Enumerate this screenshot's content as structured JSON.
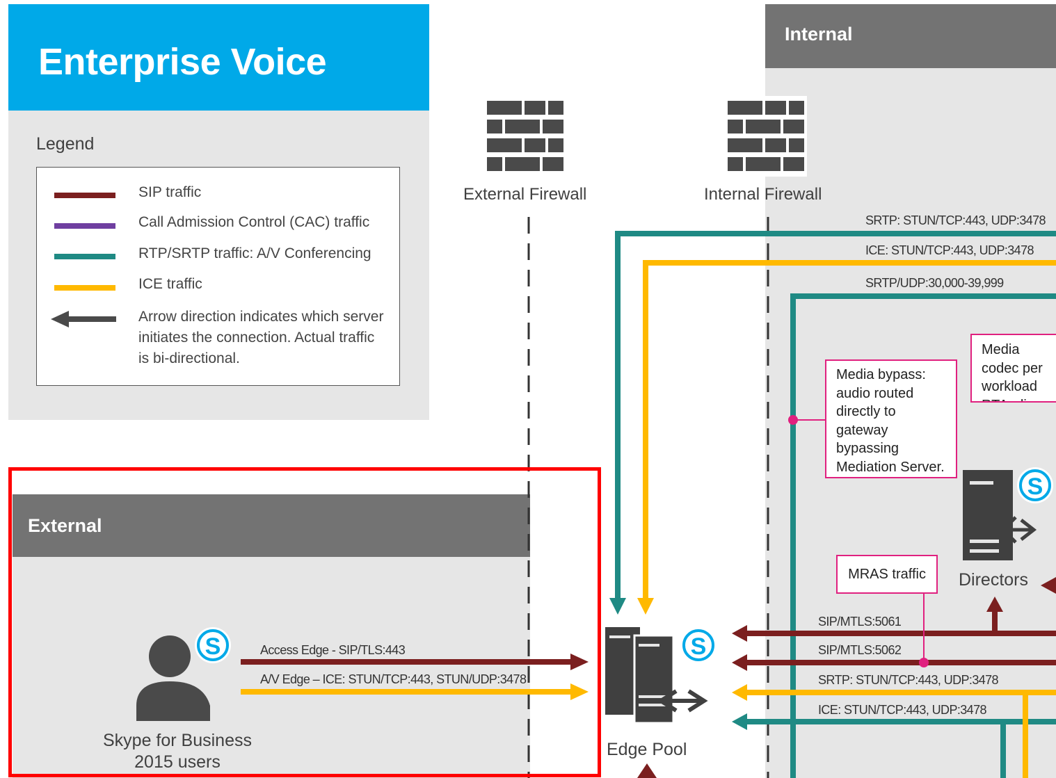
{
  "banner": {
    "title": "Enterprise Voice"
  },
  "legend": {
    "heading": "Legend",
    "items": [
      {
        "label": "SIP traffic",
        "color": "#7b1f1f"
      },
      {
        "label": "Call Admission Control (CAC) traffic",
        "color": "#6f3fa0"
      },
      {
        "label": "RTP/SRTP traffic: A/V Conferencing",
        "color": "#1f8a84"
      },
      {
        "label": "ICE traffic",
        "color": "#ffb900"
      }
    ],
    "arrow_note": "Arrow direction indicates which server initiates the connection. Actual traffic is bi-directional.",
    "arrow_color": "#4a4a4a"
  },
  "zones": {
    "internal": "Internal",
    "external": "External"
  },
  "firewalls": {
    "external": "External Firewall",
    "internal": "Internal Firewall"
  },
  "connections": {
    "srtp_stun_top": "SRTP: STUN/TCP:443, UDP:3478",
    "ice_stun_top": "ICE: STUN/TCP:443, UDP:3478",
    "srtp_udp": "SRTP/UDP:30,000-39,999",
    "access_edge": "Access Edge - SIP/TLS:443",
    "av_edge": "A/V Edge – ICE: STUN/TCP:443, STUN/UDP:3478",
    "sip_5061": "SIP/MTLS:5061",
    "sip_5062": "SIP/MTLS:5062",
    "srtp_stun_bottom": "SRTP: STUN/TCP:443, UDP:3478",
    "ice_stun_bottom": "ICE: STUN/TCP:443, UDP:3478"
  },
  "callouts": {
    "media_bypass": "Media bypass: audio routed directly to gateway bypassing Mediation Server.",
    "media_codec": "Media codec per workload RTAudio, G.",
    "mras": "MRAS traffic"
  },
  "nodes": {
    "users": "Skype for Business 2015 users",
    "edge_pool": "Edge Pool",
    "directors": "Directors"
  },
  "colors": {
    "sip": "#7b1f1f",
    "rtp": "#1f8a84",
    "ice": "#ffb900",
    "callout": "#e0207f",
    "skype": "#00a9e8",
    "server": "#404040"
  }
}
